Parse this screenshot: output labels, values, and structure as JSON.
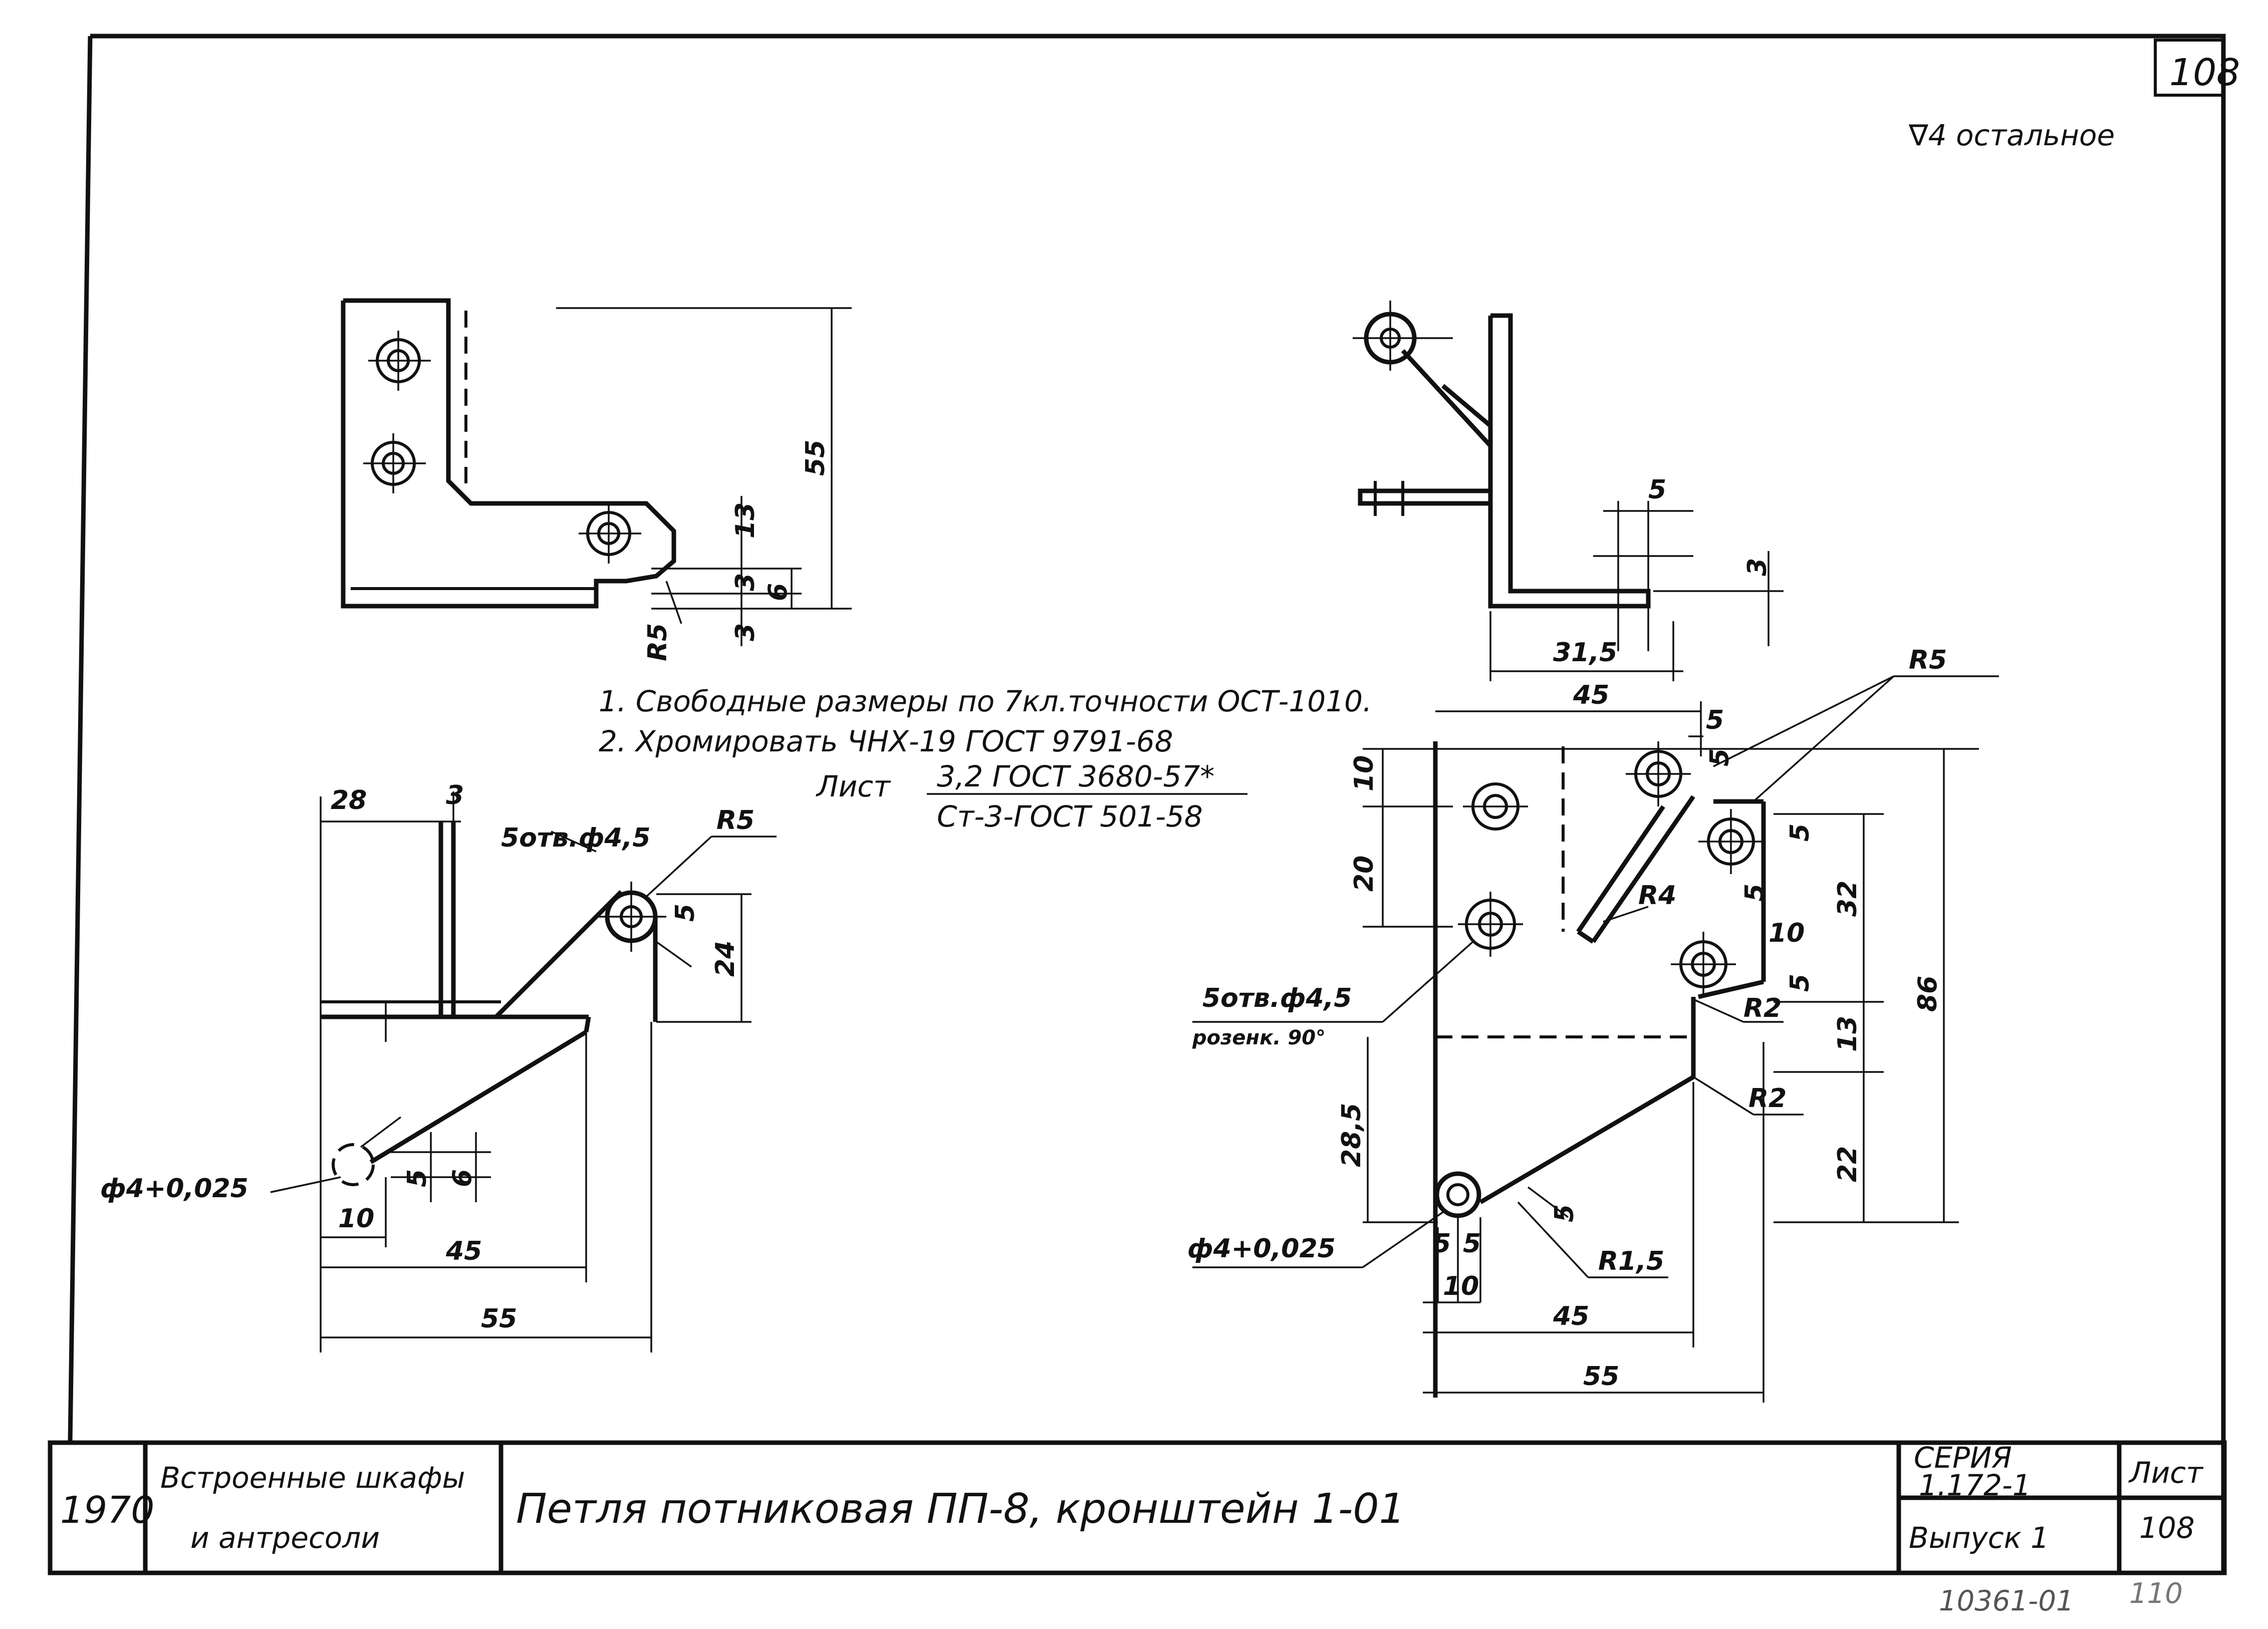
{
  "sheet": {
    "corner_number": "108",
    "roughness": "∇4 остальное"
  },
  "notes": {
    "line1": "1. Свободные размеры по 7кл.точности ОСТ-1010.",
    "line2": "2. Хромировать  ЧНХ-19  ГОСТ 9791-68",
    "material_label": "Лист",
    "material_top": "3,2 ГОСТ 3680-57*",
    "material_bottom": "Ст-3-ГОСТ 501-58"
  },
  "title_block": {
    "year": "1970",
    "group_line1": "Встроенные шкафы",
    "group_line2": "и антресоли",
    "title": "Петля потниковая ПП-8, кронштейн 1-01",
    "series": "СЕРИЯ\n1.172-1",
    "issue": "Выпуск 1",
    "sheet_label": "Лист",
    "sheet_no": "108",
    "inventory": "10361-01",
    "extra": "110"
  },
  "view_top_left": {
    "dims": [
      "55",
      "13",
      "3",
      "6",
      "3",
      "R5"
    ]
  },
  "view_top_right": {
    "dims": [
      "5",
      "3",
      "31,5"
    ]
  },
  "view_bottom_left": {
    "dims": [
      "28",
      "3",
      "5отв.ф4,5",
      "R5",
      "5",
      "24",
      "ф4+0,025",
      "5",
      "6",
      "10",
      "45",
      "55"
    ]
  },
  "view_bottom_right": {
    "dims": [
      "45",
      "5",
      "5",
      "R5",
      "10",
      "20",
      "R4",
      "5",
      "5",
      "32",
      "86",
      "10",
      "5",
      "R2",
      "13",
      "5отв.ф4,5",
      "розенк. 90°",
      "28,5",
      "R2",
      "22",
      "ф4+0,025",
      "5",
      "5",
      "5",
      "R1,5",
      "10",
      "45",
      "55"
    ]
  }
}
